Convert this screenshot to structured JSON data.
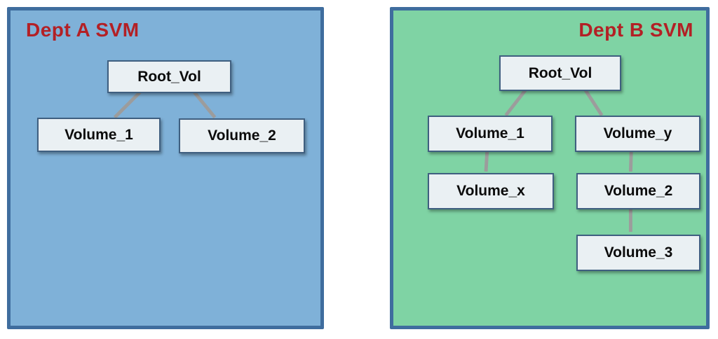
{
  "colors": {
    "panel_a_bg": "#7FB1D8",
    "panel_b_bg": "#7FD3A4",
    "panel_border": "#3F6D9E",
    "title_red": "#B32025",
    "node_bg": "#EAF0F3",
    "node_border": "#3F5F80",
    "connector_gray": "#9C9C9C"
  },
  "panels": [
    {
      "id": "dept-a",
      "title": "Dept A SVM",
      "title_align": "left",
      "nodes": [
        {
          "id": "root_vol",
          "label": "Root_Vol"
        },
        {
          "id": "volume_1",
          "label": "Volume_1"
        },
        {
          "id": "volume_2",
          "label": "Volume_2"
        }
      ],
      "edges": [
        [
          "root_vol",
          "volume_1"
        ],
        [
          "root_vol",
          "volume_2"
        ]
      ]
    },
    {
      "id": "dept-b",
      "title": "Dept B SVM",
      "title_align": "right",
      "nodes": [
        {
          "id": "root_vol",
          "label": "Root_Vol"
        },
        {
          "id": "volume_1",
          "label": "Volume_1"
        },
        {
          "id": "volume_y",
          "label": "Volume_y"
        },
        {
          "id": "volume_x",
          "label": "Volume_x"
        },
        {
          "id": "volume_2",
          "label": "Volume_2"
        },
        {
          "id": "volume_3",
          "label": "Volume_3"
        }
      ],
      "edges": [
        [
          "root_vol",
          "volume_1"
        ],
        [
          "root_vol",
          "volume_y"
        ],
        [
          "volume_1",
          "volume_x"
        ],
        [
          "volume_y",
          "volume_2"
        ],
        [
          "volume_2",
          "volume_3"
        ]
      ]
    }
  ]
}
